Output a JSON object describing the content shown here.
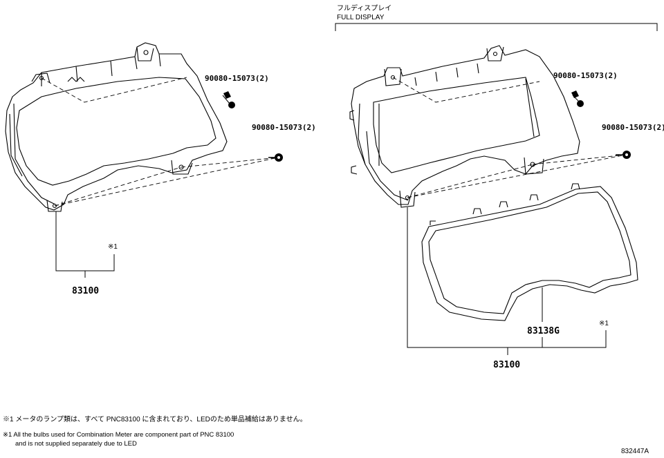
{
  "header": {
    "full_display_jp": "フルディスプレイ",
    "full_display_en": "FULL DISPLAY"
  },
  "left_assembly": {
    "bolt_upper": "90080-15073(2)",
    "bolt_lower": "90080-15073(2)",
    "note_ref": "※1",
    "assembly_number": "83100"
  },
  "right_assembly": {
    "bolt_upper": "90080-15073(2)",
    "bolt_lower": "90080-15073(2)",
    "lens_part": "83138G",
    "note_ref": "※1",
    "assembly_number": "83100"
  },
  "notes": {
    "jp": "※1 メータのランプ類は、すべて PNC83100 に含まれており、LEDのため単品補給はありません。",
    "en_line1": "※1 All the bulbs used for Combination Meter are component part of PNC 83100",
    "en_line2": "and is not supplied separately due to LED"
  },
  "figure_code": "832447A"
}
